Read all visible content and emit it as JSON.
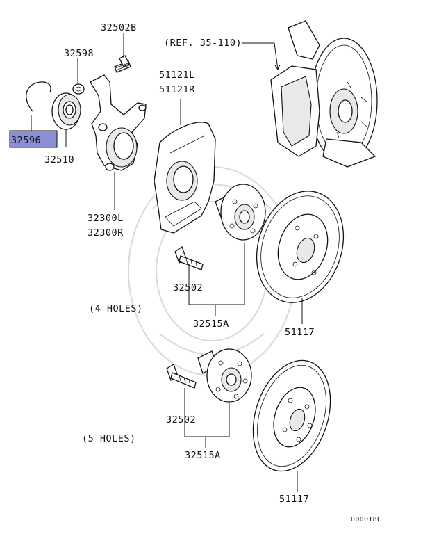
{
  "labels": {
    "p32502B": "32502B",
    "p32598": "32598",
    "ref": "(REF. 35-110)",
    "p32596": "32596",
    "p32510": "32510",
    "p51121L": "51121L",
    "p51121R": "51121R",
    "p32300L": "32300L",
    "p32300R": "32300R",
    "p32502a": "32502",
    "holes4": "(4 HOLES)",
    "p32515Aa": "32515A",
    "p51117a": "51117",
    "p32502b": "32502",
    "holes5": "(5 HOLES)",
    "p32515Ab": "32515A",
    "p51117b": "51117",
    "code": "D00018C"
  },
  "highlight": {
    "part": "32596",
    "color": "#8a8fd6"
  }
}
